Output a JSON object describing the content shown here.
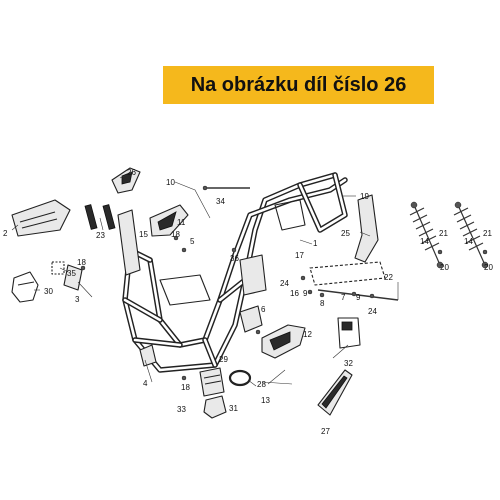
{
  "header": {
    "title": "Na obrázku díl číslo 26",
    "color": "#f5b81c"
  },
  "labels": {
    "l26": "26",
    "l10": "10",
    "l34": "34",
    "l19": "19",
    "l2": "2",
    "l23": "23",
    "l11": "11",
    "l15": "15",
    "l18a": "18",
    "l5": "5",
    "l36": "36",
    "l1": "1",
    "l25": "25",
    "l14": "14",
    "l21a": "21",
    "l21b": "21",
    "l14b": "14",
    "l20a": "20",
    "l20b": "20",
    "l35": "35",
    "l17": "17",
    "l24a": "24",
    "l16": "16",
    "l9": "9",
    "l8": "8",
    "l22": "22",
    "l7": "7",
    "l9b": "9",
    "l24b": "24",
    "l30": "30",
    "l18b": "18",
    "l3": "3",
    "l6": "6",
    "l12": "12",
    "l32": "32",
    "l29": "29",
    "l4": "4",
    "l18c": "18",
    "l28": "28",
    "l13": "13",
    "l33": "33",
    "l31": "31",
    "l27": "27"
  },
  "icons": [
    "scooter-frame-icon",
    "shock-absorber-icon",
    "bracket-icon",
    "bolt-icon",
    "clip-icon",
    "cover-panel-icon"
  ]
}
